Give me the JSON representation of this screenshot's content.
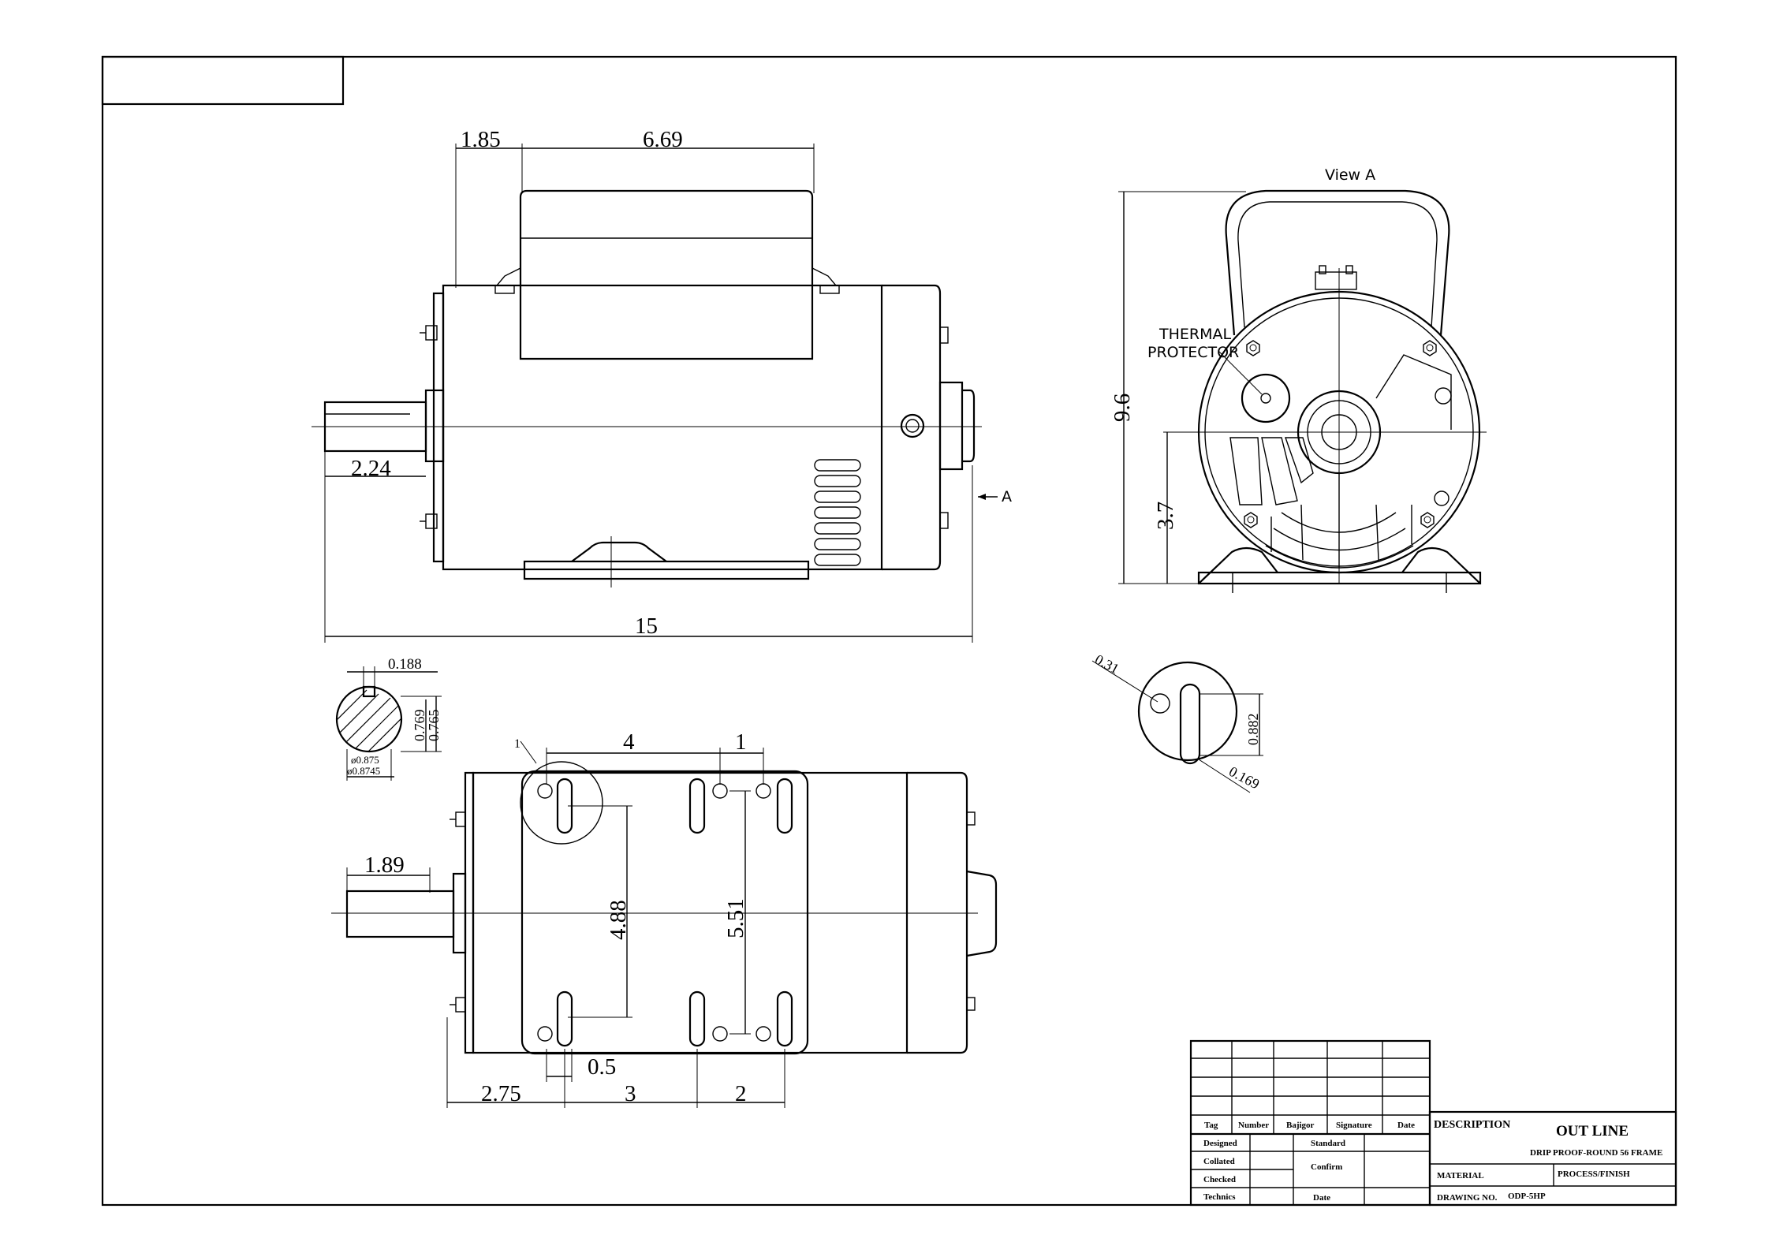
{
  "dimensions": {
    "front": {
      "top_left": "1.85",
      "top_main": "6.69",
      "shaft_len": "2.24",
      "overall": "15"
    },
    "view_a": {
      "title": "View A",
      "height": "9.6",
      "shaft_height": "3.7",
      "label_thermal_1": "THERMAL",
      "label_thermal_2": "PROTECTOR",
      "arrow_label": "A"
    },
    "shaft_section": {
      "keyway": "0.188",
      "dim1": "0.769",
      "dim2": "0.765",
      "dia1": "ø0.875",
      "dia2": "ø0.8745"
    },
    "slot_detail": {
      "hole": "0.31",
      "slot_width": "0.169",
      "slot_len": "0.882"
    },
    "bottom": {
      "detail_mark": "1",
      "span_4": "4",
      "span_1": "1",
      "shaft": "1.89",
      "width_488": "4.88",
      "width_551": "5.51",
      "slot_05": "0.5",
      "pos_275": "2.75",
      "pos_3": "3",
      "pos_2": "2"
    }
  },
  "title_block": {
    "headers": [
      "Tag",
      "Number",
      "Bajigor",
      "Signature",
      "Date"
    ],
    "rows": {
      "designed": "Designed",
      "collated": "Collated",
      "checked": "Checked",
      "technics": "Technics",
      "standard": "Standard",
      "confirm": "Confirm",
      "date": "Date"
    },
    "description_label": "DESCRIPTION",
    "title": "OUT LINE",
    "subtitle": "DRIP PROOF-ROUND 56 FRAME",
    "material_label": "MATERIAL",
    "process_label": "PROCESS/FINISH",
    "drawing_no_label": "DRAWING  NO.",
    "drawing_no": "ODP-5HP"
  }
}
